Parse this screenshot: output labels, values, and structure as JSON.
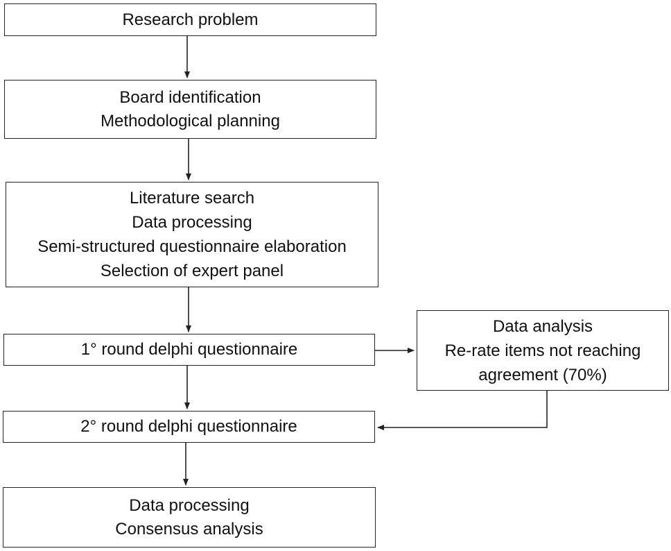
{
  "flowchart": {
    "research_problem": {
      "lines": [
        "Research problem"
      ]
    },
    "board_identification": {
      "lines": [
        "Board identification",
        "Methodological planning"
      ]
    },
    "literature_search": {
      "lines": [
        "Literature search",
        "Data processing",
        "Semi-structured questionnaire elaboration",
        "Selection of expert panel"
      ]
    },
    "round1": {
      "lines": [
        "1° round delphi questionnaire"
      ]
    },
    "data_analysis": {
      "lines": [
        "Data analysis",
        "Re-rate items not reaching",
        "agreement (70%)"
      ]
    },
    "round2": {
      "lines": [
        "2° round delphi questionnaire"
      ]
    },
    "consensus": {
      "lines": [
        "Data processing",
        "Consensus analysis"
      ]
    }
  },
  "colors": {
    "stroke": "#222222",
    "text": "#111111",
    "background": "#ffffff"
  }
}
